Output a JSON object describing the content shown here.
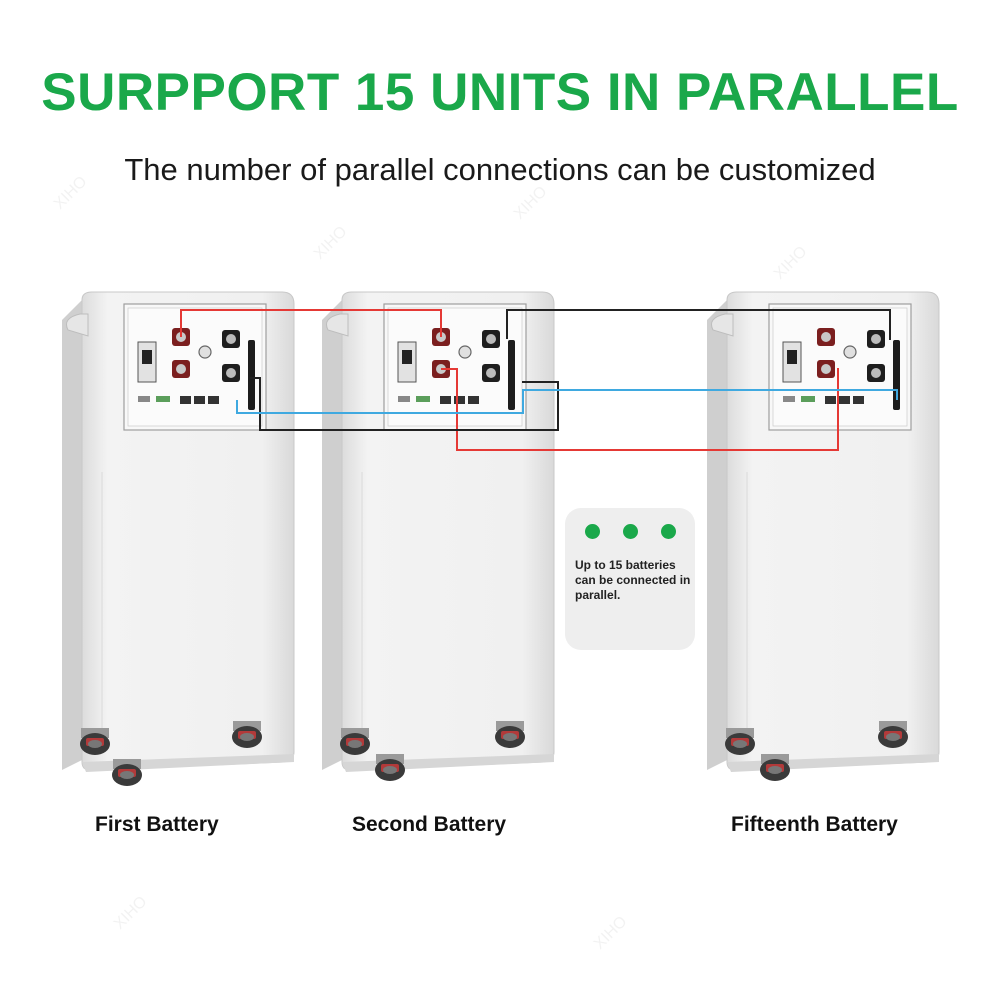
{
  "header": {
    "title": "SURPPORT 15 UNITS IN PARALLEL",
    "subtitle": "The number of parallel connections can be customized"
  },
  "batteries": [
    {
      "label": "First Battery"
    },
    {
      "label": "Second Battery"
    },
    {
      "label": "Fifteenth Battery"
    }
  ],
  "note": {
    "text": "Up to 15 batteries can be connected in parallel."
  },
  "watermark": "XIHO",
  "colors": {
    "title": "#1aa84a",
    "dot": "#1aa84a",
    "positive_cable": "#e53935",
    "negative_cable": "#222222",
    "comm_cable": "#3fa9e0"
  }
}
